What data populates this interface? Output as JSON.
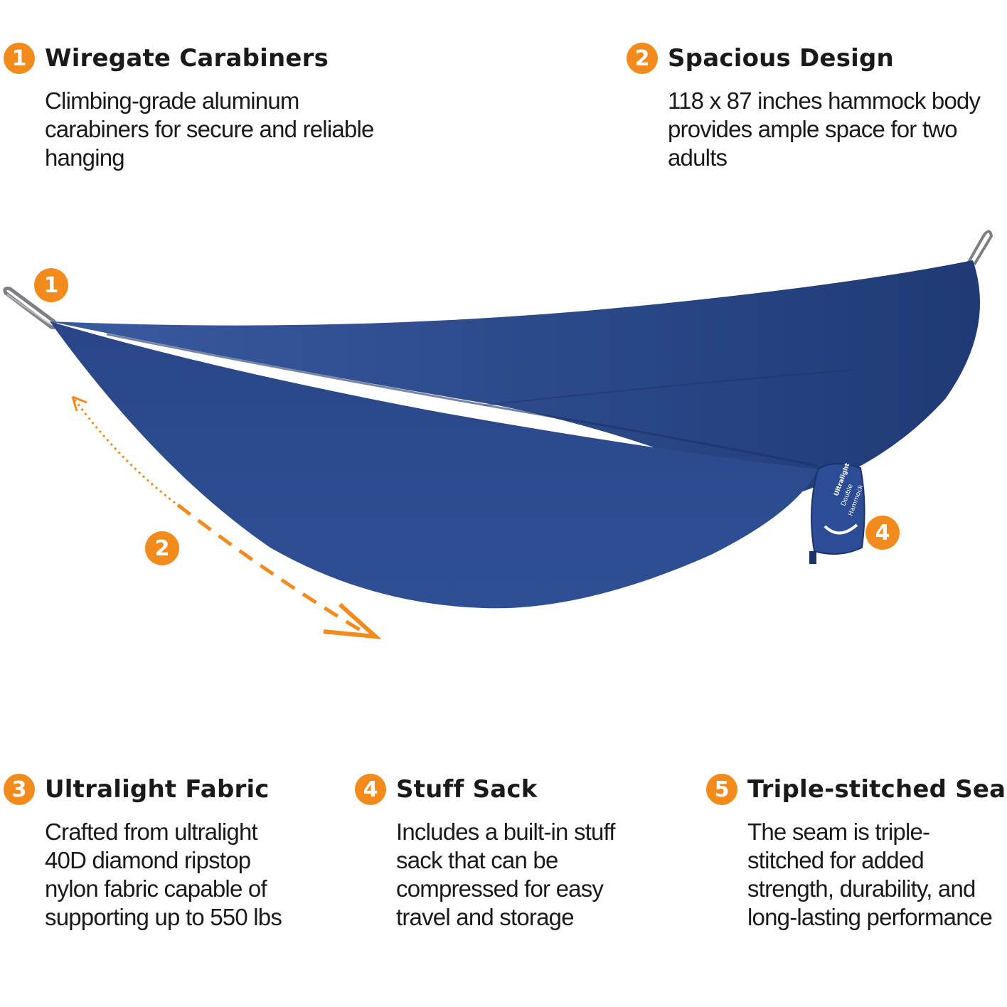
{
  "features": [
    {
      "number": "1",
      "title": "Wiregate Carabiners",
      "description": "Climbing-grade aluminum carabiners for secure and reliable hanging"
    },
    {
      "number": "2",
      "title": "Spacious Design",
      "description": "118 x 87 inches hammock body provides ample space for two adults"
    },
    {
      "number": "3",
      "title": "Ultralight Fabric",
      "description": "Crafted from ultralight 40D diamond ripstop nylon fabric capable of supporting up to 550 lbs"
    },
    {
      "number": "4",
      "title": "Stuff Sack",
      "description": "Includes a built-in stuff sack that can be compressed for easy travel and storage"
    },
    {
      "number": "5",
      "title": "Triple-stitched Seam",
      "description": "The seam is triple-stitched for added strength, durability, and long-lasting performance"
    }
  ],
  "image_markers": {
    "carabiner": "1",
    "dimension": "2",
    "stuff_sack": "4"
  },
  "stuff_sack_label": {
    "line1": "Ultralight",
    "line2": "Double",
    "line3": "Hammock"
  },
  "colors": {
    "accent": "#f28a1c",
    "hammock": "#2c4a8c",
    "hammock_dark": "#1e3a74",
    "text": "#1a1a1a"
  }
}
